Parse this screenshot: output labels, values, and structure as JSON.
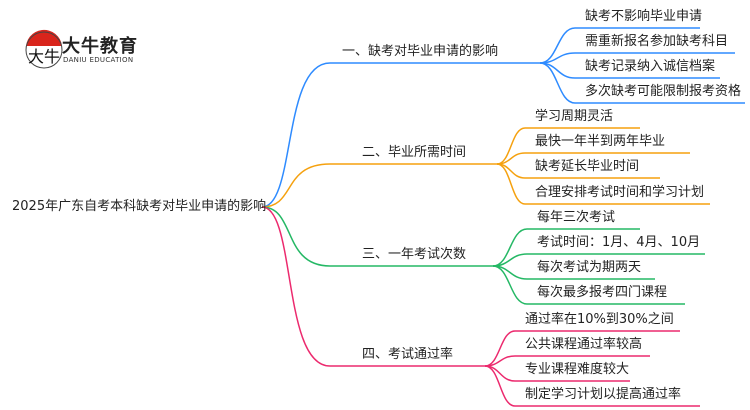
{
  "logo": {
    "cn": "大牛教育",
    "en": "DANIU EDUCATION",
    "mark": "大牛"
  },
  "root": "2025年广东自考本科缺考对毕业申请的影响",
  "colors": {
    "b1": "#2e8bff",
    "b2": "#f5a10f",
    "b3": "#25b865",
    "b4": "#ec2a6e"
  },
  "branches": [
    {
      "label": "一、缺考对毕业申请的影响",
      "leaves": [
        "缺考不影响毕业申请",
        "需重新报名参加缺考科目",
        "缺考记录纳入诚信档案",
        "多次缺考可能限制报考资格"
      ]
    },
    {
      "label": "二、毕业所需时间",
      "leaves": [
        "学习周期灵活",
        "最快一年半到两年毕业",
        "缺考延长毕业时间",
        "合理安排考试时间和学习计划"
      ]
    },
    {
      "label": "三、一年考试次数",
      "leaves": [
        "每年三次考试",
        "考试时间：1月、4月、10月",
        "每次考试为期两天",
        "每次最多报考四门课程"
      ]
    },
    {
      "label": "四、考试通过率",
      "leaves": [
        "通过率在10%到30%之间",
        "公共课程通过率较高",
        "专业课程难度较大",
        "制定学习计划以提高通过率"
      ]
    }
  ]
}
